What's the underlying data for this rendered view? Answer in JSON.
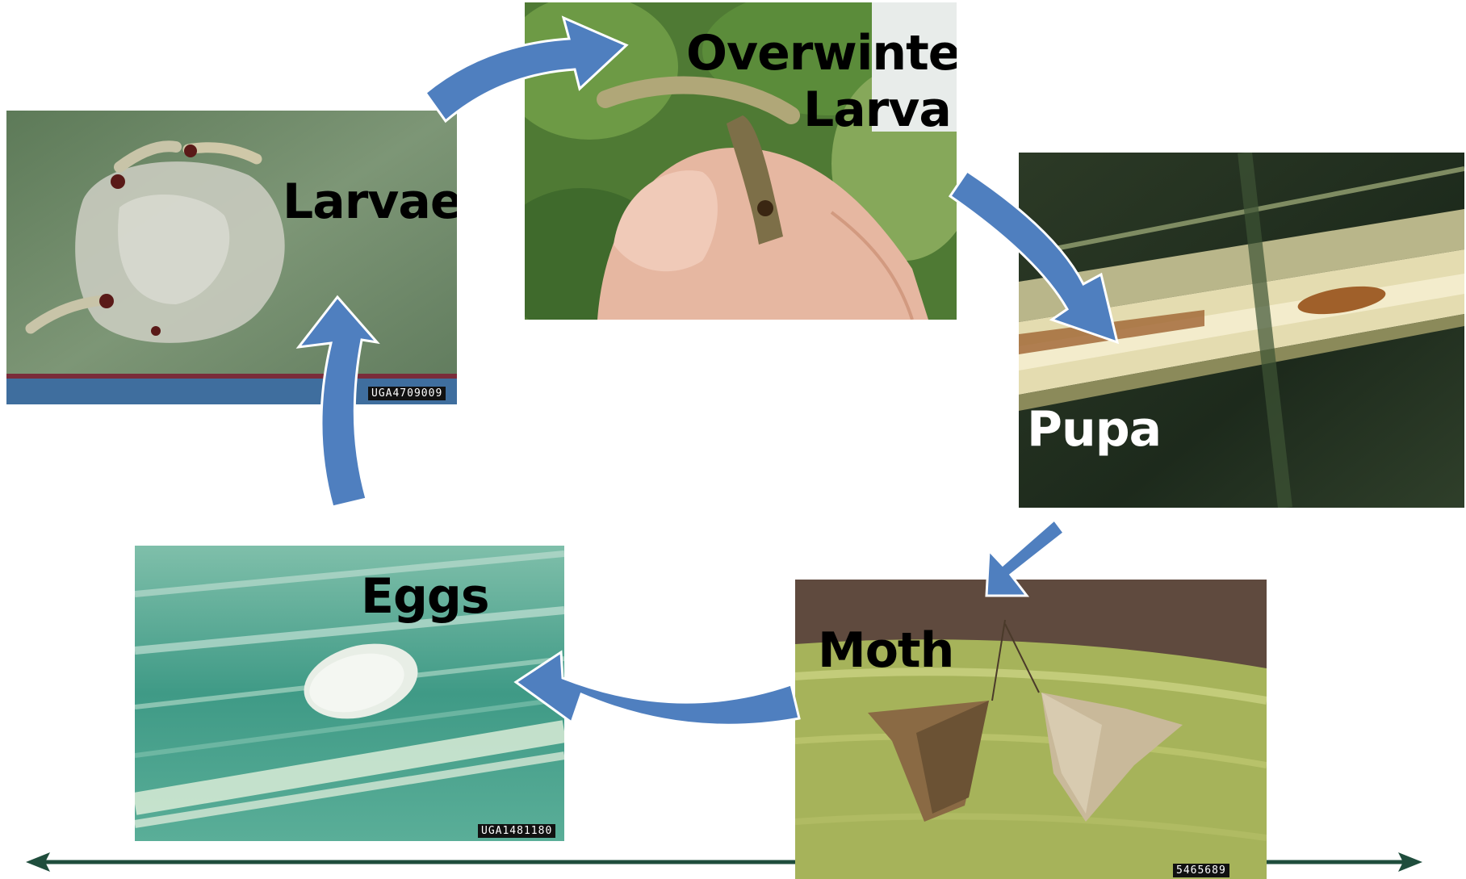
{
  "stages": {
    "larvae": {
      "label": "Larvae",
      "stamp": "UGA4709009"
    },
    "overwintering": {
      "label_line1": "Overwintering",
      "label_line2": "Larva"
    },
    "pupa": {
      "label": "Pupa"
    },
    "moth": {
      "label": "Moth",
      "stamp": "5465689"
    },
    "eggs": {
      "label": "Eggs",
      "stamp": "UGA1481180"
    }
  },
  "colors": {
    "arrow_fill": "#4f7fbf",
    "arrow_outline": "#ffffff",
    "timeline": "#1f4d3c",
    "label_dark": "#000000",
    "label_light": "#ffffff"
  }
}
